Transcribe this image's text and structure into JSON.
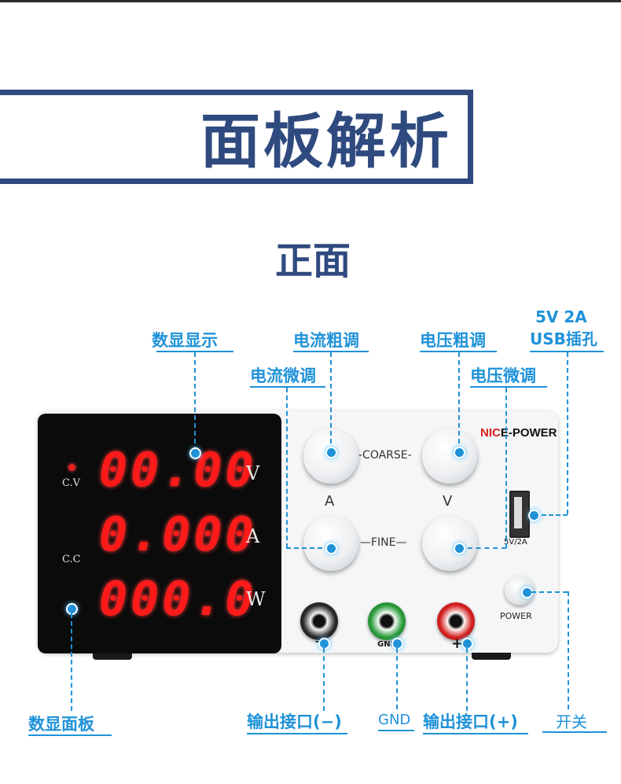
{
  "banner": {
    "title": "面板解析"
  },
  "section": {
    "title": "正面"
  },
  "callouts": {
    "digital_display": "数显显示",
    "current_coarse": "电流粗调",
    "voltage_coarse": "电压粗调",
    "usb_spec": "5V  2A",
    "usb_port": "USB插孔",
    "current_fine": "电流微调",
    "voltage_fine": "电压微调",
    "display_panel": "数显面板",
    "output_neg": "输出接口(−)",
    "gnd": "GND",
    "output_pos": "输出接口(+)",
    "switch": "开关"
  },
  "display": {
    "indicator_cv": "C.V",
    "indicator_cc": "C.C",
    "rows": [
      {
        "value": "00.00",
        "unit": "V"
      },
      {
        "value": "0.000",
        "unit": "A"
      },
      {
        "value": "000.0",
        "unit": "W"
      }
    ]
  },
  "panel": {
    "brand_a": "NIC",
    "brand_b": "E-POWER",
    "coarse": "-COARSE-",
    "fine": "—FINE—",
    "a_label": "A",
    "v_label": "V",
    "usb_label": "5V/2A",
    "power_label": "POWER",
    "neg_sign": "−",
    "gnd_label": "GND",
    "pos_sign": "+"
  },
  "colors": {
    "brand_blue": "#2f4a7f",
    "callout_blue": "#1f92d8",
    "segment_red": "#ff1a1a"
  }
}
